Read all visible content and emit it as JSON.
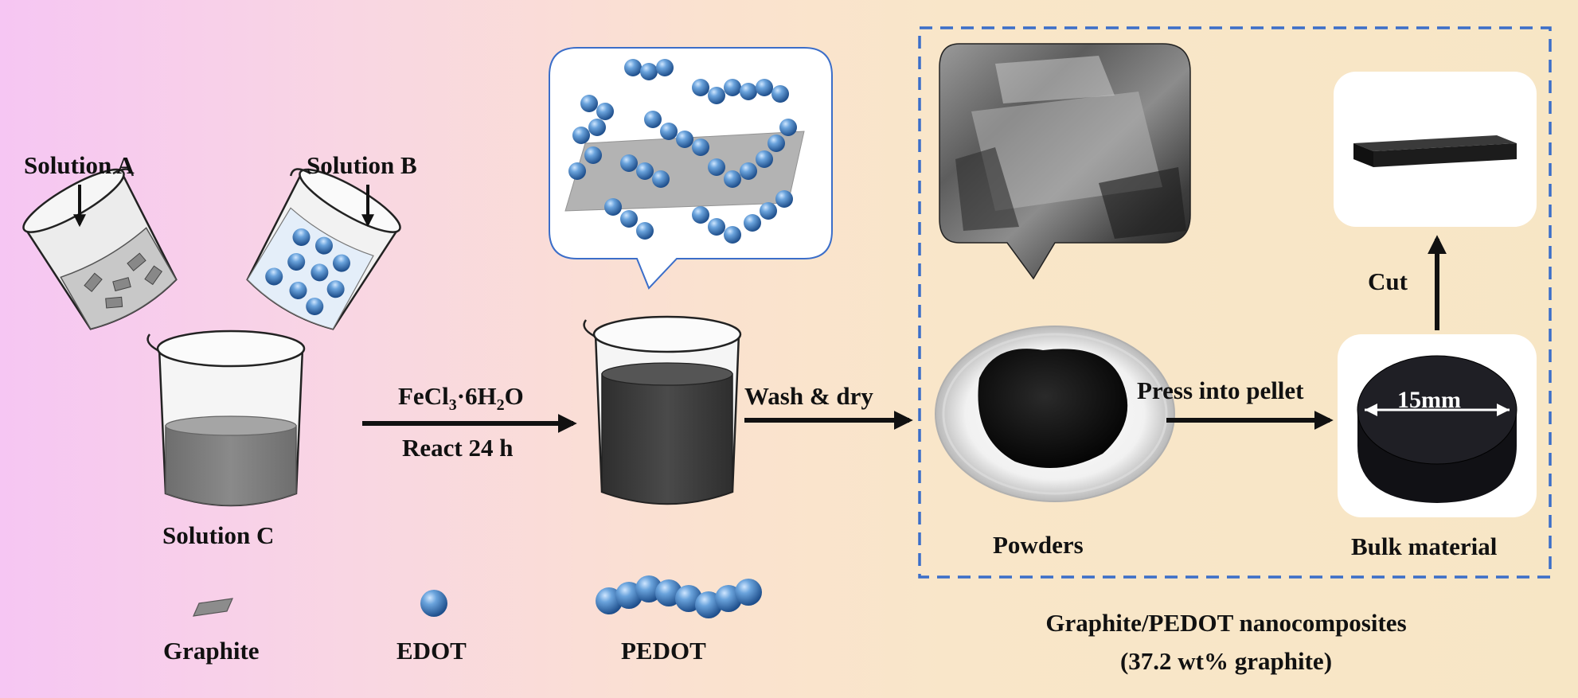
{
  "labels": {
    "solution_a": "Solution A",
    "solution_b": "Solution B",
    "solution_c": "Solution C",
    "reagent_prefix": "FeCl",
    "reagent_sub1": "3",
    "reagent_mid": "·6H",
    "reagent_sub2": "2",
    "reagent_suffix": "O",
    "react_time": "React 24 h",
    "wash_dry": "Wash & dry",
    "press_pellet": "Press into pellet",
    "cut": "Cut",
    "diameter": "15mm",
    "powders": "Powders",
    "bulk_material": "Bulk material",
    "composite_line1": "Graphite/PEDOT nanocomposites",
    "composite_line2": "(37.2 wt% graphite)"
  },
  "legend": [
    {
      "key": "graphite",
      "label": "Graphite"
    },
    {
      "key": "edot",
      "label": "EDOT"
    },
    {
      "key": "pedot",
      "label": "PEDOT"
    }
  ],
  "colors": {
    "dashed_box": "#3b6ec9",
    "sphere": "#3f7fc4",
    "graphite_sheet": "#8c8c8c",
    "liquid_c": "#7c7c7c",
    "liquid_dark": "#3e3e3e",
    "pellet": "#1b1b1f"
  }
}
